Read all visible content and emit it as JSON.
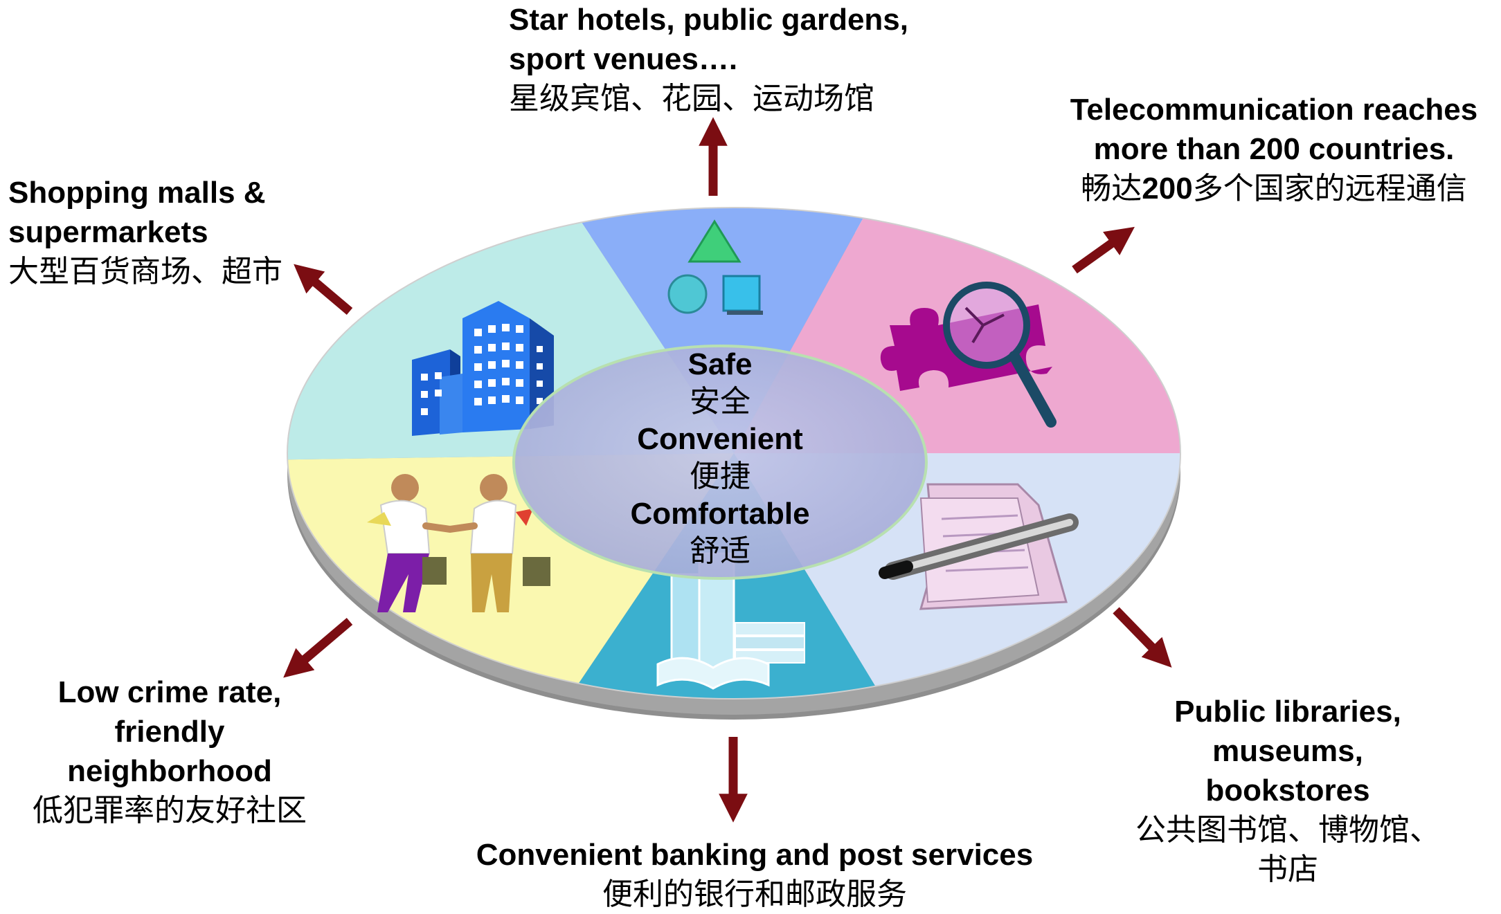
{
  "center": {
    "safe_en": "Safe",
    "safe_zh": "安全",
    "convenient_en": "Convenient",
    "convenient_zh": "便捷",
    "comfortable_en": "Comfortable",
    "comfortable_zh": "舒适"
  },
  "labels": {
    "top": {
      "en": "Star hotels, public gardens,\nsport venues….",
      "zh": "星级宾馆、花园、运动场馆"
    },
    "top_right": {
      "en": "Telecommunication reaches\nmore than 200 countries.",
      "zh_prefix": "畅达",
      "zh_num": "200",
      "zh_suffix": "多个国家的远程通信"
    },
    "top_left": {
      "en": "Shopping malls &\nsupermarkets",
      "zh": "大型百货商场、超市"
    },
    "bottom_left": {
      "en": "Low crime rate,\nfriendly\nneighborhood",
      "zh": "低犯罪率的友好社区"
    },
    "bottom": {
      "en": "Convenient banking and post services",
      "zh": "便利的银行和邮政服务"
    },
    "bottom_right": {
      "en": "Public libraries,\nmuseums,\nbookstores",
      "zh": "公共图书馆、博物馆、\n书店"
    }
  },
  "icons": [
    "shapes-icon",
    "puzzle-magnifier-icon",
    "document-pen-icon",
    "books-buildings-icon",
    "handshake-people-icon",
    "office-buildings-icon"
  ],
  "colors": {
    "arrow": "#7b0d12",
    "segment_top": "#8aaef8",
    "segment_top_right": "#eea8d0",
    "segment_bottom_right": "#d6e2f6",
    "segment_bottom": "#3bb0cf",
    "segment_bottom_left": "#faf8b0",
    "segment_top_left": "#bdebe8",
    "center_fill": "#b0b6de",
    "disc_side": "#909090"
  }
}
